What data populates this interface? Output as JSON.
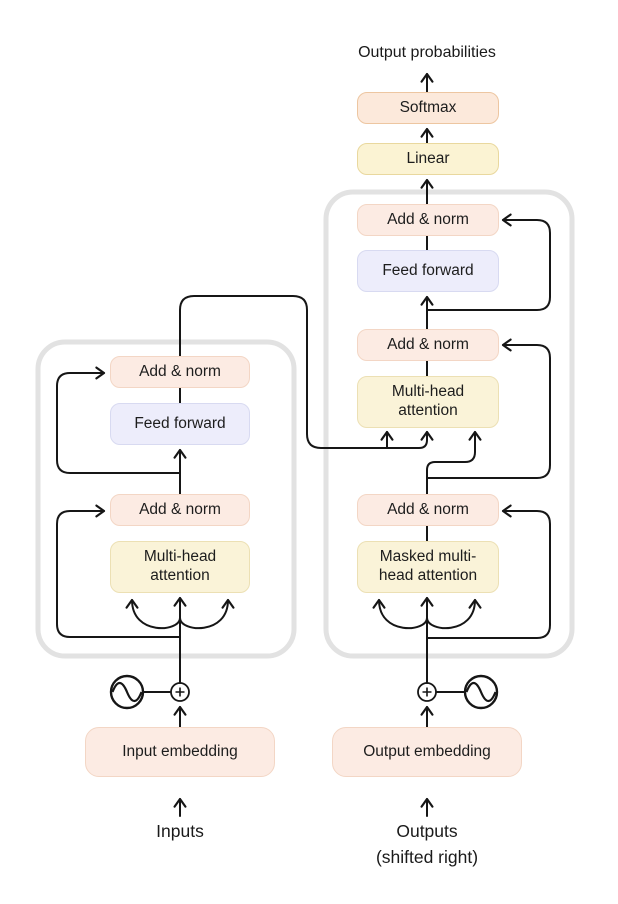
{
  "diagram": {
    "output_label": "Output probabilities",
    "head": {
      "softmax": "Softmax",
      "linear": "Linear"
    },
    "decoder": {
      "add_norm_top": "Add & norm",
      "feed_forward": "Feed forward",
      "add_norm_middle": "Add & norm",
      "multi_head_attention": "Multi-head attention",
      "add_norm_bottom": "Add & norm",
      "masked_multi_head_attention": "Masked multi-head attention"
    },
    "encoder": {
      "add_norm_top": "Add & norm",
      "feed_forward": "Feed forward",
      "add_norm_bottom": "Add & norm",
      "multi_head_attention": "Multi-head attention"
    },
    "inputs_branch": {
      "embedding": "Input embedding",
      "label": "Inputs"
    },
    "outputs_branch": {
      "embedding": "Output embedding",
      "label": "Outputs",
      "label_note": "(shifted right)"
    },
    "icons": {
      "positional_encoding": "sine-wave-circle",
      "add": "plus-circle"
    },
    "colors": {
      "add_norm_fill": "#fcebe3",
      "add_norm_border": "#f3d6c5",
      "softmax_fill": "#fce9db",
      "softmax_border": "#edc6a1",
      "linear_fill": "#fbf3d3",
      "linear_border": "#e9d89e",
      "attention_fill": "#faf3d8",
      "attention_border": "#ece0b4",
      "feed_forward_fill": "#ededfb",
      "feed_forward_border": "#d8daf1",
      "embedding_fill": "#fcebe3",
      "group_outline": "#e2e2e2",
      "wire": "#161616"
    }
  }
}
